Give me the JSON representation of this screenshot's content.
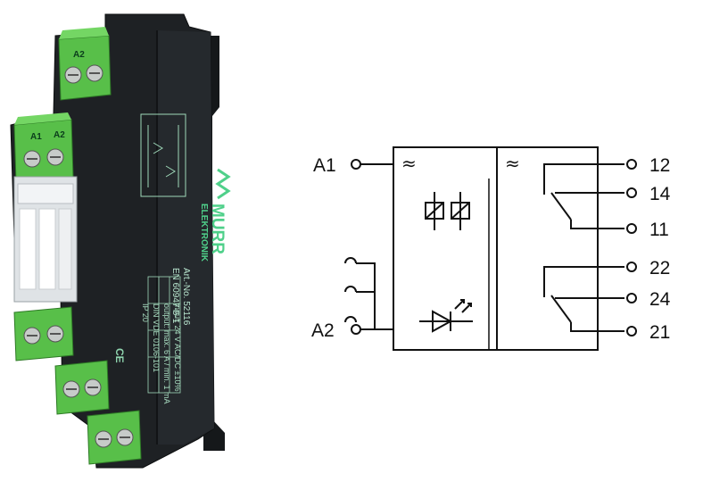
{
  "photo": {
    "brand": "MURR",
    "brand_sub": "ELEKTRONIK",
    "article": "Art.-No. 52116",
    "standard": "EN 60947-5-1",
    "spec_input": "input: 24 V AC/DC ±10%",
    "spec_output": "output: max. 6 A / min. 1 mA",
    "spec_din": "DIN VDE 0106-101",
    "spec_ip": "IP 20",
    "ce_mark": "CE",
    "terminal_a2": "A2",
    "terminal_a1": "A1",
    "terminal_a2b": "A2"
  },
  "schematic": {
    "left_terminals": {
      "a1": "A1",
      "a2": "A2"
    },
    "right_terminals": [
      "12",
      "14",
      "11",
      "22",
      "24",
      "21"
    ],
    "ac_symbol": "≈"
  },
  "colors": {
    "housing": "#1c1f22",
    "terminal_green": "#5ec64f",
    "line": "#111111"
  }
}
